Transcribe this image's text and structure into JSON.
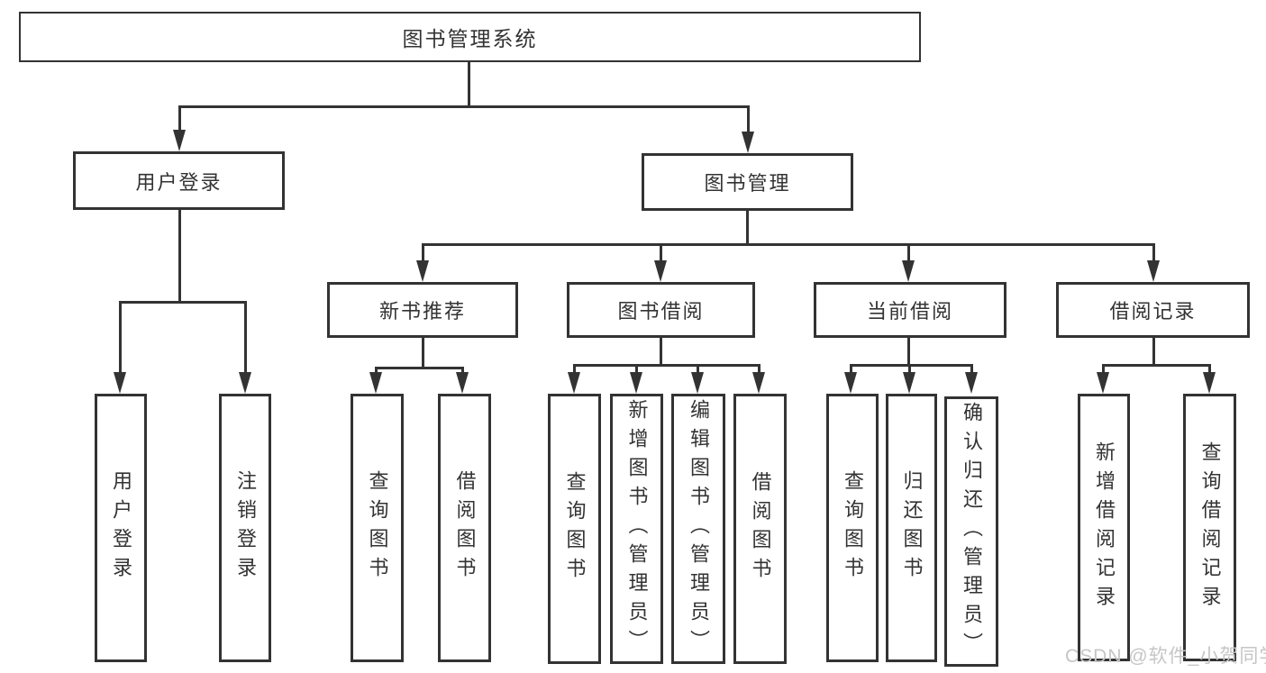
{
  "diagram": {
    "root": {
      "label": "图书管理系统"
    },
    "level2": {
      "user_login": {
        "label": "用户登录"
      },
      "book_management": {
        "label": "图书管理"
      }
    },
    "user_login_children": [
      {
        "label": "用户登录"
      },
      {
        "label": "注销登录"
      }
    ],
    "level3": [
      {
        "label": "新书推荐"
      },
      {
        "label": "图书借阅"
      },
      {
        "label": "当前借阅"
      },
      {
        "label": "借阅记录"
      }
    ],
    "new_book_children": [
      {
        "label": "查询图书"
      },
      {
        "label": "借阅图书"
      }
    ],
    "borrow_children": [
      {
        "label": "查询图书"
      },
      {
        "label": "新增图书（管理员）"
      },
      {
        "label": "编辑图书（管理员）"
      },
      {
        "label": "借阅图书"
      }
    ],
    "current_children": [
      {
        "label": "查询图书"
      },
      {
        "label": "归还图书"
      },
      {
        "label": "确认归还（管理员）"
      }
    ],
    "records_children": [
      {
        "label": "新增借阅记录"
      },
      {
        "label": "查询借阅记录"
      }
    ]
  },
  "watermark": {
    "text": "CSDN @软件_小贺同学"
  },
  "colors": {
    "line": "#333333",
    "text": "#333333",
    "box_background": "#ffffff",
    "page_background": "#ffffff",
    "watermark": "#c6c6c6"
  }
}
